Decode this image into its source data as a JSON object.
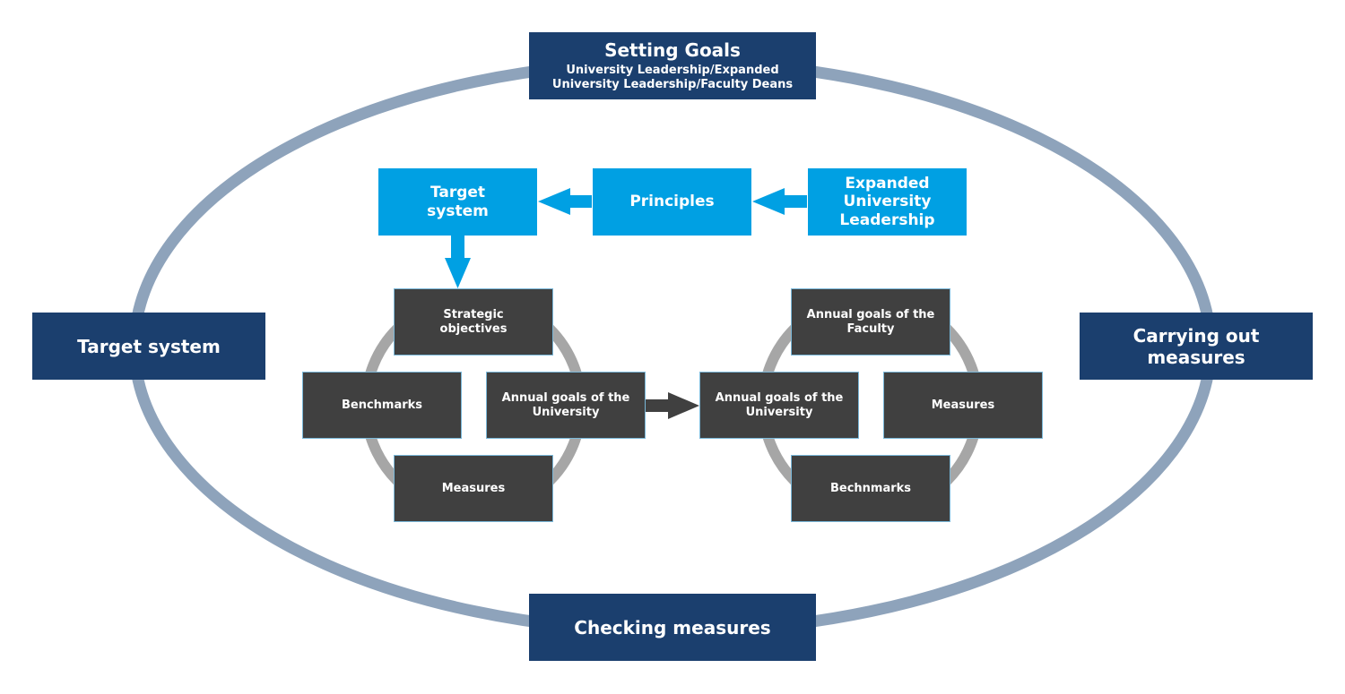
{
  "outer_cycle": {
    "top": {
      "title": "Setting Goals",
      "subtitle_line1": "University Leadership/Expanded",
      "subtitle_line2": "University Leadership/Faculty Deans"
    },
    "left": "Target system",
    "right_line1": "Carrying out",
    "right_line2": "measures",
    "bottom": "Checking measures"
  },
  "top_flow": {
    "target_line1": "Target",
    "target_line2": "system",
    "principles": "Principles",
    "expanded_line1": "Expanded",
    "expanded_line2": "University",
    "expanded_line3": "Leadership"
  },
  "university_cycle": {
    "top_line1": "Strategic",
    "top_line2": "objectives",
    "left": "Benchmarks",
    "right_line1": "Annual goals of the",
    "right_line2": "University",
    "bottom": "Measures"
  },
  "faculty_cycle": {
    "top_line1": "Annual goals of the",
    "top_line2": "Faculty",
    "left_line1": "Annual goals of the",
    "left_line2": "University",
    "right": "Measures",
    "bottom": "Bechnmarks"
  },
  "colors": {
    "navy": "#1b3f6e",
    "light_blue": "#00a0e3",
    "dark_gray": "#404040",
    "outer_ring": "#8ea3bb",
    "inner_ring": "#a6a6a6"
  }
}
